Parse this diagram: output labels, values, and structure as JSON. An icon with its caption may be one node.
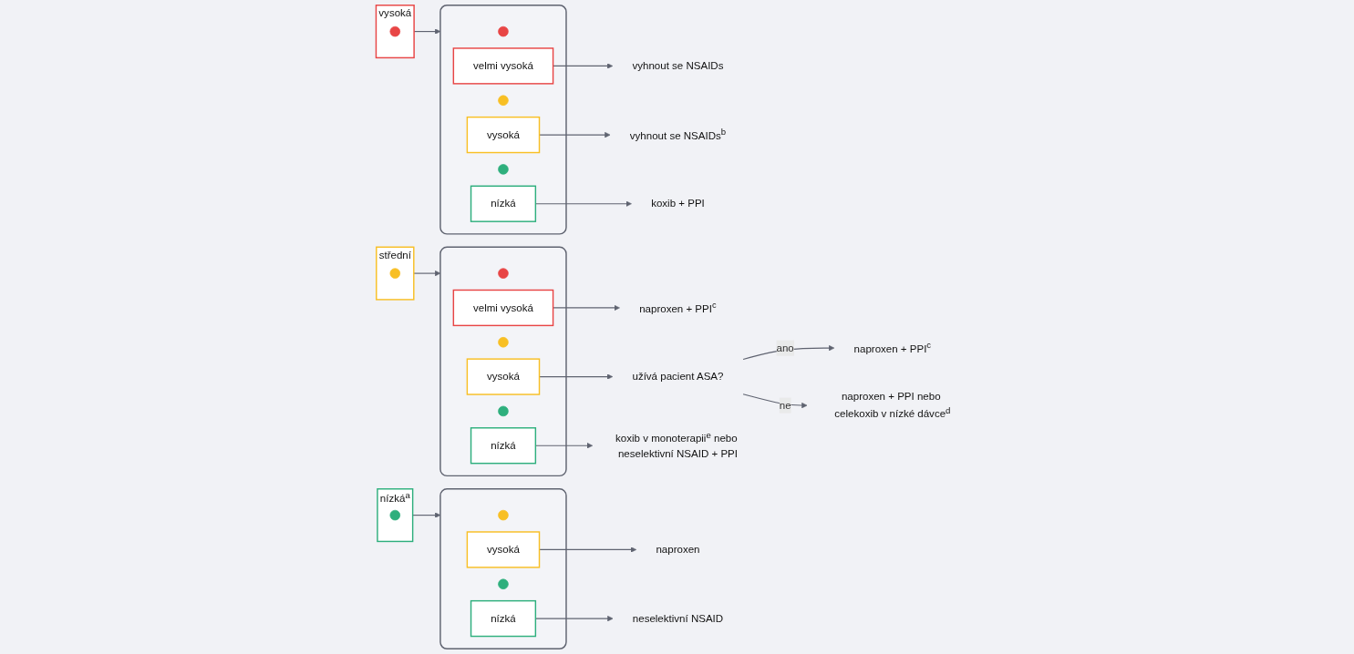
{
  "diagram": {
    "nodes": [
      {
        "text": [
          "vysoká"
        ]
      },
      {
        "text": [],
        "shape": "circle",
        "in": 0
      },
      {
        "text": [],
        "shape": "box"
      },
      {
        "text": [],
        "shape": "circle",
        "in": 2
      },
      {
        "text": [
          "velmi vysoká"
        ],
        "in": 2
      },
      {
        "text": [],
        "shape": "circle",
        "in": 2
      },
      {
        "text": [
          "vysoká"
        ],
        "in": 2
      },
      {
        "text": [],
        "shape": "circle",
        "in": 2
      },
      {
        "text": [
          "nízká"
        ],
        "in": 2
      },
      {
        "text": [
          "vyhnout se NSAIDs"
        ]
      },
      {
        "text": [
          "vyhnout se NSAIDs$^{b}$"
        ]
      },
      {
        "text": [
          "koxib + PPI"
        ]
      },
      {
        "text": [
          "střední"
        ]
      },
      {
        "text": [],
        "shape": "circle",
        "in": 12
      },
      {
        "text": [],
        "shape": "box"
      },
      {
        "text": [],
        "shape": "circle",
        "in": 14
      },
      {
        "text": [
          "velmi vysoká"
        ],
        "in": 14
      },
      {
        "text": [],
        "shape": "circle",
        "in": 14
      },
      {
        "text": [
          "vysoká"
        ],
        "in": 14
      },
      {
        "text": [],
        "shape": "circle",
        "in": 14
      },
      {
        "text": [
          "nízká"
        ],
        "in": 14
      },
      {
        "text": [
          "naproxen + PPI$^{c}$"
        ]
      },
      {
        "text": [
          "užívá pacient ASA?"
        ]
      },
      {
        "text": [
          "koxib v monoterapii$^{e}$ nebo neselektivní NSAID + PPI"
        ]
      },
      {
        "text": [
          "naproxen + PPI$^{c}$"
        ]
      },
      {
        "text": [
          "naproxen + PPI nebo celekoxib v nízké dávce$^{d}$"
        ]
      },
      {
        "text": [
          "nízká$^{a}$"
        ]
      },
      {
        "text": [],
        "shape": "circle",
        "in": 26
      },
      {
        "text": [],
        "shape": "box"
      },
      {
        "text": [],
        "shape": "circle",
        "in": 28
      },
      {
        "text": [
          "vysoká"
        ],
        "in": 28
      },
      {
        "text": [],
        "shape": "circle",
        "in": 28
      },
      {
        "text": [
          "nízká"
        ],
        "in": 28
      },
      {
        "text": [
          "naproxen"
        ]
      },
      {
        "text": [
          "neselektivní NSAID"
        ]
      }
    ],
    "edges": [
      {
        "from": 0,
        "to": 2,
        "arrow": "to"
      },
      {
        "from": 4,
        "to": 9,
        "arrow": "to"
      },
      {
        "from": 6,
        "to": 10,
        "arrow": "to"
      },
      {
        "from": 8,
        "to": 11,
        "arrow": "to"
      },
      {
        "from": 12,
        "to": 14,
        "arrow": "to"
      },
      {
        "from": 16,
        "to": 21,
        "arrow": "to"
      },
      {
        "from": 18,
        "to": 22,
        "arrow": "to"
      },
      {
        "from": 20,
        "to": 23,
        "arrow": "to"
      },
      {
        "from": 22,
        "to": 24,
        "arrow": "to",
        "label": "ano"
      },
      {
        "from": 22,
        "to": 25,
        "arrow": "to",
        "label": "ne"
      },
      {
        "from": 26,
        "to": 28,
        "arrow": "to"
      },
      {
        "from": 30,
        "to": 33,
        "arrow": "to"
      },
      {
        "from": 32,
        "to": 34,
        "arrow": "to"
      }
    ]
  }
}
